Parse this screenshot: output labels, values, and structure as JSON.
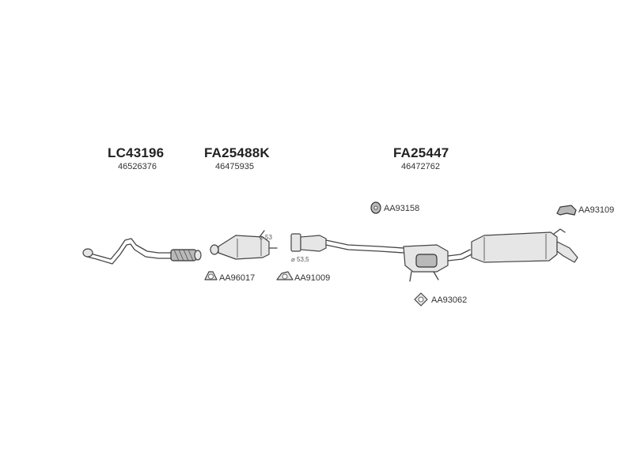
{
  "groups": [
    {
      "code": "LC43196",
      "oem": "46526376"
    },
    {
      "code": "FA25488K",
      "oem": "46475935"
    },
    {
      "code": "FA25447",
      "oem": "46472762"
    }
  ],
  "parts": {
    "hanger_top": "AA93158",
    "hanger_right": "AA93109",
    "gasket_left": "AA96017",
    "gasket_mid": "AA91009",
    "clamp_bottom": "AA93062"
  },
  "dimensions": {
    "d1": "⌀ 53",
    "d2": "⌀ 53,5"
  }
}
